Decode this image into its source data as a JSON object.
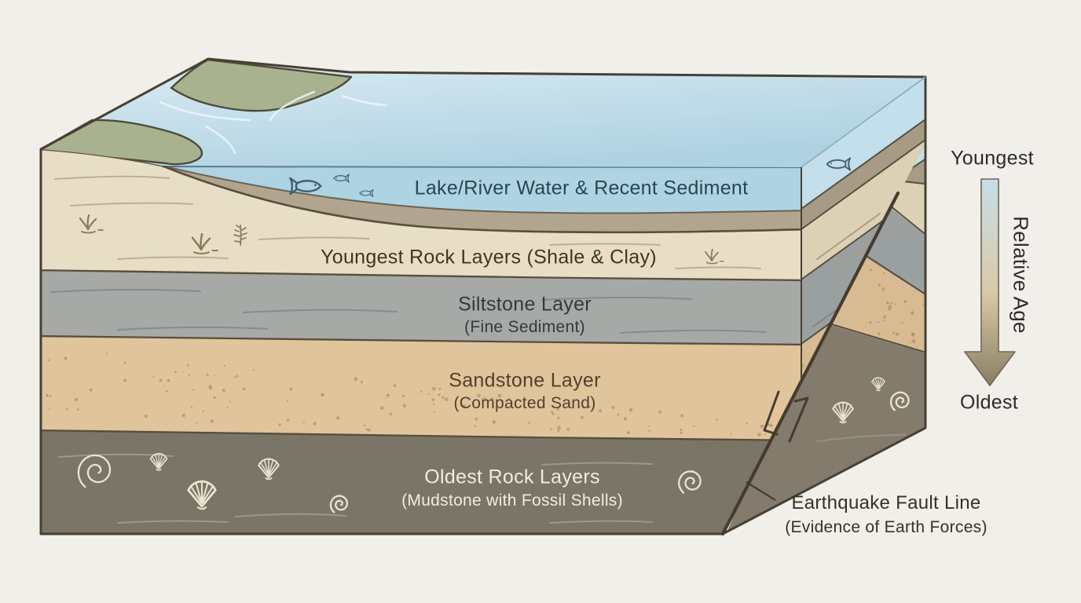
{
  "background_color": "#f1efe9",
  "block": {
    "land_color": "#a9b28e",
    "layers": [
      {
        "name": "water",
        "label": "Lake/River Water & Recent Sediment",
        "front_color": "#aed4e3",
        "side_color": "#c2dfeb",
        "label_color": "#2a454f"
      },
      {
        "name": "recent-sediment",
        "front_color": "#b2a590",
        "side_color": "#a89b86"
      },
      {
        "name": "shale",
        "label": "Youngest Rock Layers (Shale & Clay)",
        "front_color": "#e8dec6",
        "side_color": "#dcd0b5",
        "label_color": "#44341f"
      },
      {
        "name": "siltstone",
        "label": "Siltstone Layer",
        "sublabel": "(Fine Sediment)",
        "front_color": "#a6a9a6",
        "side_color": "#9aa09f",
        "label_color": "#34393c"
      },
      {
        "name": "sandstone",
        "label": "Sandstone Layer",
        "sublabel": "(Compacted Sand)",
        "front_color": "#e0c49c",
        "side_color": "#d8bb92",
        "label_color": "#53402a"
      },
      {
        "name": "mudstone",
        "label": "Oldest Rock Layers",
        "sublabel": "(Mudstone with Fossil Shells)",
        "front_color": "#7b7567",
        "side_color": "#837c6d",
        "label_color": "#f2ecdb"
      }
    ]
  },
  "fault": {
    "label": "Earthquake Fault Line",
    "sublabel": "(Evidence of Earth Forces)",
    "label_color": "#34312b"
  },
  "age_scale": {
    "top_label": "Youngest",
    "bottom_label": "Oldest",
    "axis_label": "Relative Age",
    "label_color": "#2c2b28",
    "arrow_gradient": [
      "#c7dee8",
      "#d9c9a7",
      "#8a7e63"
    ]
  },
  "icons": [
    "fish-icon",
    "scallop-shell-icon",
    "ammonite-shell-icon",
    "plant-sprig-icon",
    "fault-slip-arrow-icon",
    "relative-age-arrow-icon"
  ]
}
